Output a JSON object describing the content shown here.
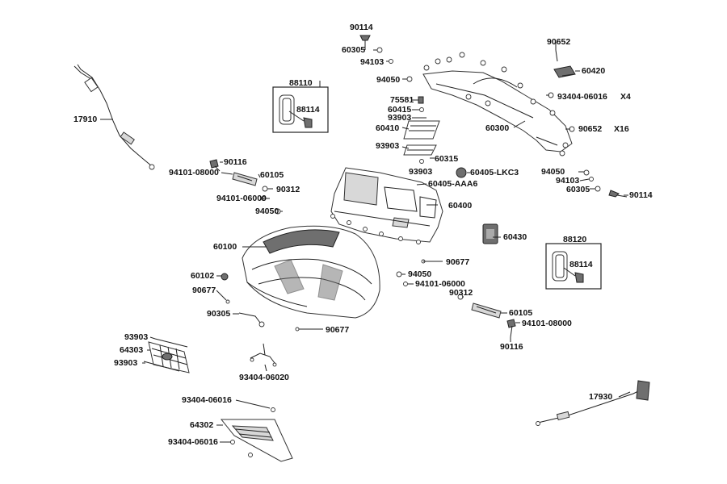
{
  "labels": {
    "p90114_top": "90114",
    "p60305_top": "60305",
    "p94103_top": "94103",
    "p94050_top": "94050",
    "p90652_top": "90652",
    "p60420": "60420",
    "p93404_x4": "93404-06016",
    "x4": "X4",
    "p75581": "75581",
    "p60415": "60415",
    "p93903_a": "93903",
    "p60410": "60410",
    "p60300": "60300",
    "p90652_b": "90652",
    "x16": "X16",
    "p88110": "88110",
    "p88114_a": "88114",
    "p17910": "17910",
    "p93903_b": "93903",
    "p60315": "60315",
    "p93903_c": "93903",
    "p60405_lkc3": "60405-LKC3",
    "p90116_a": "90116",
    "p94101_08000_a": "94101-08000",
    "p60105_a": "60105",
    "p60405_aaa6": "60405-AAA6",
    "p94050_r": "94050",
    "p94103_r": "94103",
    "p60305_r": "60305",
    "p90114_r": "90114",
    "p90312_a": "90312",
    "p94101_06000_a": "94101-06000",
    "p94050_l": "94050",
    "p60400": "60400",
    "p60430": "60430",
    "p88120": "88120",
    "p88114_b": "88114",
    "p60100": "60100",
    "p90677_a": "90677",
    "p60102": "60102",
    "p94050_m": "94050",
    "p94101_06000_b": "94101-06000",
    "p90677_b": "90677",
    "p90312_b": "90312",
    "p60105_b": "60105",
    "p94101_08000_b": "94101-08000",
    "p90305": "90305",
    "p90677_c": "90677",
    "p90116_b": "90116",
    "p93903_d": "93903",
    "p64303": "64303",
    "p93903_e": "93903",
    "p93404_06020": "93404-06020",
    "p17930": "17930",
    "p93404_06016_a": "93404-06016",
    "p64302": "64302",
    "p93404_06016_b": "93404-06016"
  }
}
